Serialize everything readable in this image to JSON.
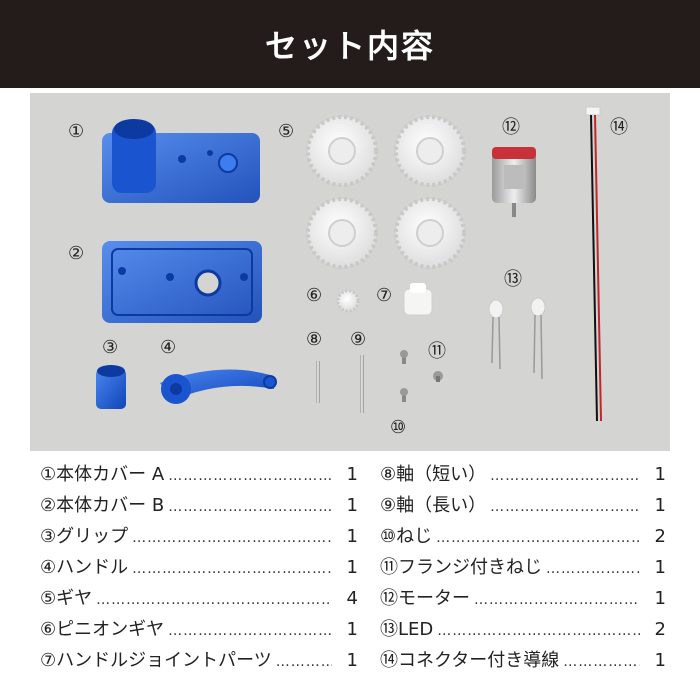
{
  "header": {
    "title": "セット内容"
  },
  "photo_labels": [
    "①",
    "②",
    "③",
    "④",
    "⑤",
    "⑥",
    "⑦",
    "⑧",
    "⑨",
    "⑩",
    "⑪",
    "⑫",
    "⑬",
    "⑭"
  ],
  "dots": "……………………………………………………",
  "parts_left": [
    {
      "num": "①",
      "name": "本体カバー A",
      "qty": "1"
    },
    {
      "num": "②",
      "name": "本体カバー B",
      "qty": "1"
    },
    {
      "num": "③",
      "name": "グリップ",
      "qty": "1"
    },
    {
      "num": "④",
      "name": "ハンドル",
      "qty": "1"
    },
    {
      "num": "⑤",
      "name": "ギヤ",
      "qty": "4"
    },
    {
      "num": "⑥",
      "name": "ピニオンギヤ",
      "qty": "1"
    },
    {
      "num": "⑦",
      "name": "ハンドルジョイントパーツ",
      "qty": "1"
    }
  ],
  "parts_right": [
    {
      "num": "⑧",
      "name": "軸（短い）",
      "qty": "1"
    },
    {
      "num": "⑨",
      "name": "軸（長い）",
      "qty": "1"
    },
    {
      "num": "⑩",
      "name": "ねじ",
      "qty": "2"
    },
    {
      "num": "⑪",
      "name": "フランジ付きねじ",
      "qty": "1"
    },
    {
      "num": "⑫",
      "name": "モーター",
      "qty": "1"
    },
    {
      "num": "⑬",
      "name": "LED",
      "qty": "2"
    },
    {
      "num": "⑭",
      "name": "コネクター付き導線",
      "qty": "1"
    }
  ],
  "colors": {
    "header_bg": "#231c1a",
    "photo_bg": "#d4d4d3",
    "part_blue": "#1c5bd6",
    "gear_white": "#f4f4f2",
    "motor_red": "#c8313a",
    "wire_red": "#c0262b"
  }
}
